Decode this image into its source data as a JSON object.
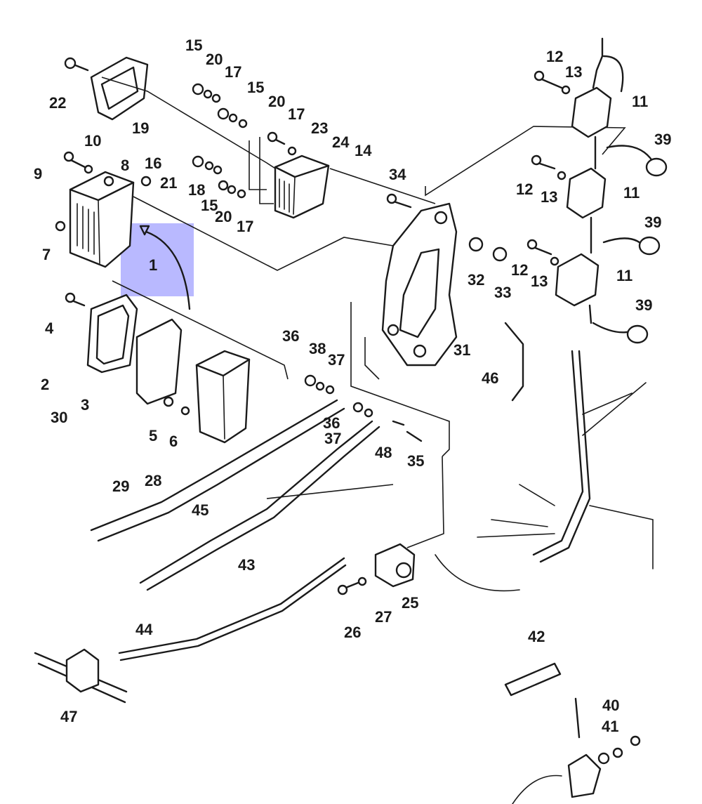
{
  "highlight": {
    "color": "#7f7fff"
  },
  "labels": [
    {
      "key": "15a",
      "text": "15"
    },
    {
      "key": "20a",
      "text": "20"
    },
    {
      "key": "17a",
      "text": "17"
    },
    {
      "key": "15b",
      "text": "15"
    },
    {
      "key": "20b",
      "text": "20"
    },
    {
      "key": "17b",
      "text": "17"
    },
    {
      "key": "23",
      "text": "23"
    },
    {
      "key": "24",
      "text": "24"
    },
    {
      "key": "14",
      "text": "14"
    },
    {
      "key": "22",
      "text": "22"
    },
    {
      "key": "19",
      "text": "19"
    },
    {
      "key": "10",
      "text": "10"
    },
    {
      "key": "9",
      "text": "9"
    },
    {
      "key": "8",
      "text": "8"
    },
    {
      "key": "16",
      "text": "16"
    },
    {
      "key": "21",
      "text": "21"
    },
    {
      "key": "18",
      "text": "18"
    },
    {
      "key": "15c",
      "text": "15"
    },
    {
      "key": "20c",
      "text": "20"
    },
    {
      "key": "17c",
      "text": "17"
    },
    {
      "key": "7",
      "text": "7"
    },
    {
      "key": "1",
      "text": "1"
    },
    {
      "key": "12a",
      "text": "12"
    },
    {
      "key": "13a",
      "text": "13"
    },
    {
      "key": "11a",
      "text": "11"
    },
    {
      "key": "39a",
      "text": "39"
    },
    {
      "key": "12b",
      "text": "12"
    },
    {
      "key": "13b",
      "text": "13"
    },
    {
      "key": "11b",
      "text": "11"
    },
    {
      "key": "39b",
      "text": "39"
    },
    {
      "key": "12c",
      "text": "12"
    },
    {
      "key": "13c",
      "text": "13"
    },
    {
      "key": "11c",
      "text": "11"
    },
    {
      "key": "39c",
      "text": "39"
    },
    {
      "key": "34",
      "text": "34"
    },
    {
      "key": "32",
      "text": "32"
    },
    {
      "key": "33",
      "text": "33"
    },
    {
      "key": "31",
      "text": "31"
    },
    {
      "key": "4",
      "text": "4"
    },
    {
      "key": "2",
      "text": "2"
    },
    {
      "key": "3",
      "text": "3"
    },
    {
      "key": "5",
      "text": "5"
    },
    {
      "key": "6",
      "text": "6"
    },
    {
      "key": "36a",
      "text": "36"
    },
    {
      "key": "38",
      "text": "38"
    },
    {
      "key": "37a",
      "text": "37"
    },
    {
      "key": "36b",
      "text": "36"
    },
    {
      "key": "37b",
      "text": "37"
    },
    {
      "key": "48",
      "text": "48"
    },
    {
      "key": "35",
      "text": "35"
    },
    {
      "key": "46",
      "text": "46"
    },
    {
      "key": "30",
      "text": "30"
    },
    {
      "key": "28",
      "text": "28"
    },
    {
      "key": "29",
      "text": "29"
    },
    {
      "key": "45",
      "text": "45"
    },
    {
      "key": "43",
      "text": "43"
    },
    {
      "key": "25",
      "text": "25"
    },
    {
      "key": "27",
      "text": "27"
    },
    {
      "key": "26",
      "text": "26"
    },
    {
      "key": "44",
      "text": "44"
    },
    {
      "key": "47",
      "text": "47"
    },
    {
      "key": "42",
      "text": "42"
    },
    {
      "key": "40",
      "text": "40"
    },
    {
      "key": "41",
      "text": "41"
    }
  ]
}
